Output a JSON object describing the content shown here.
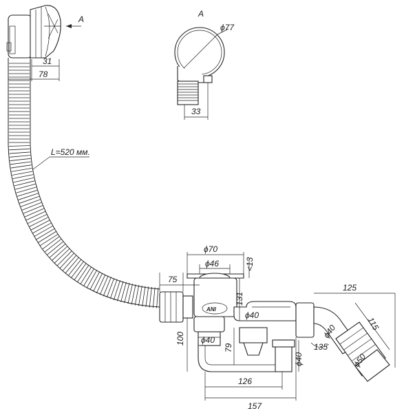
{
  "views": {
    "main_view_marker": "A",
    "detail_view_label": "A"
  },
  "dimensions": {
    "detail_overflow_diameter": "ϕ77",
    "detail_outlet_width": "33",
    "overflow_depth": "31",
    "overflow_total_depth": "78",
    "hose_length": "L=520 мм.",
    "drain_outer_diameter": "ϕ70",
    "drain_inner_diameter": "ϕ46",
    "drain_flange_height": "<13",
    "drain_body_height": "131",
    "hose_connector_offset": "75",
    "trap_height": "100",
    "trap_inlet_diameter": "ϕ40",
    "trap_depth": "79",
    "cross_pipe_diameter": "ϕ40",
    "outlet_pipe_diameter": "ϕ40",
    "trap_span": "126",
    "total_span": "157",
    "outlet_run": "125",
    "outlet_rise": "115",
    "outlet_angle": "135",
    "outlet_diameter_small": "ϕ40",
    "outlet_diameter_large": "ϕ50"
  },
  "logo": "ANI"
}
